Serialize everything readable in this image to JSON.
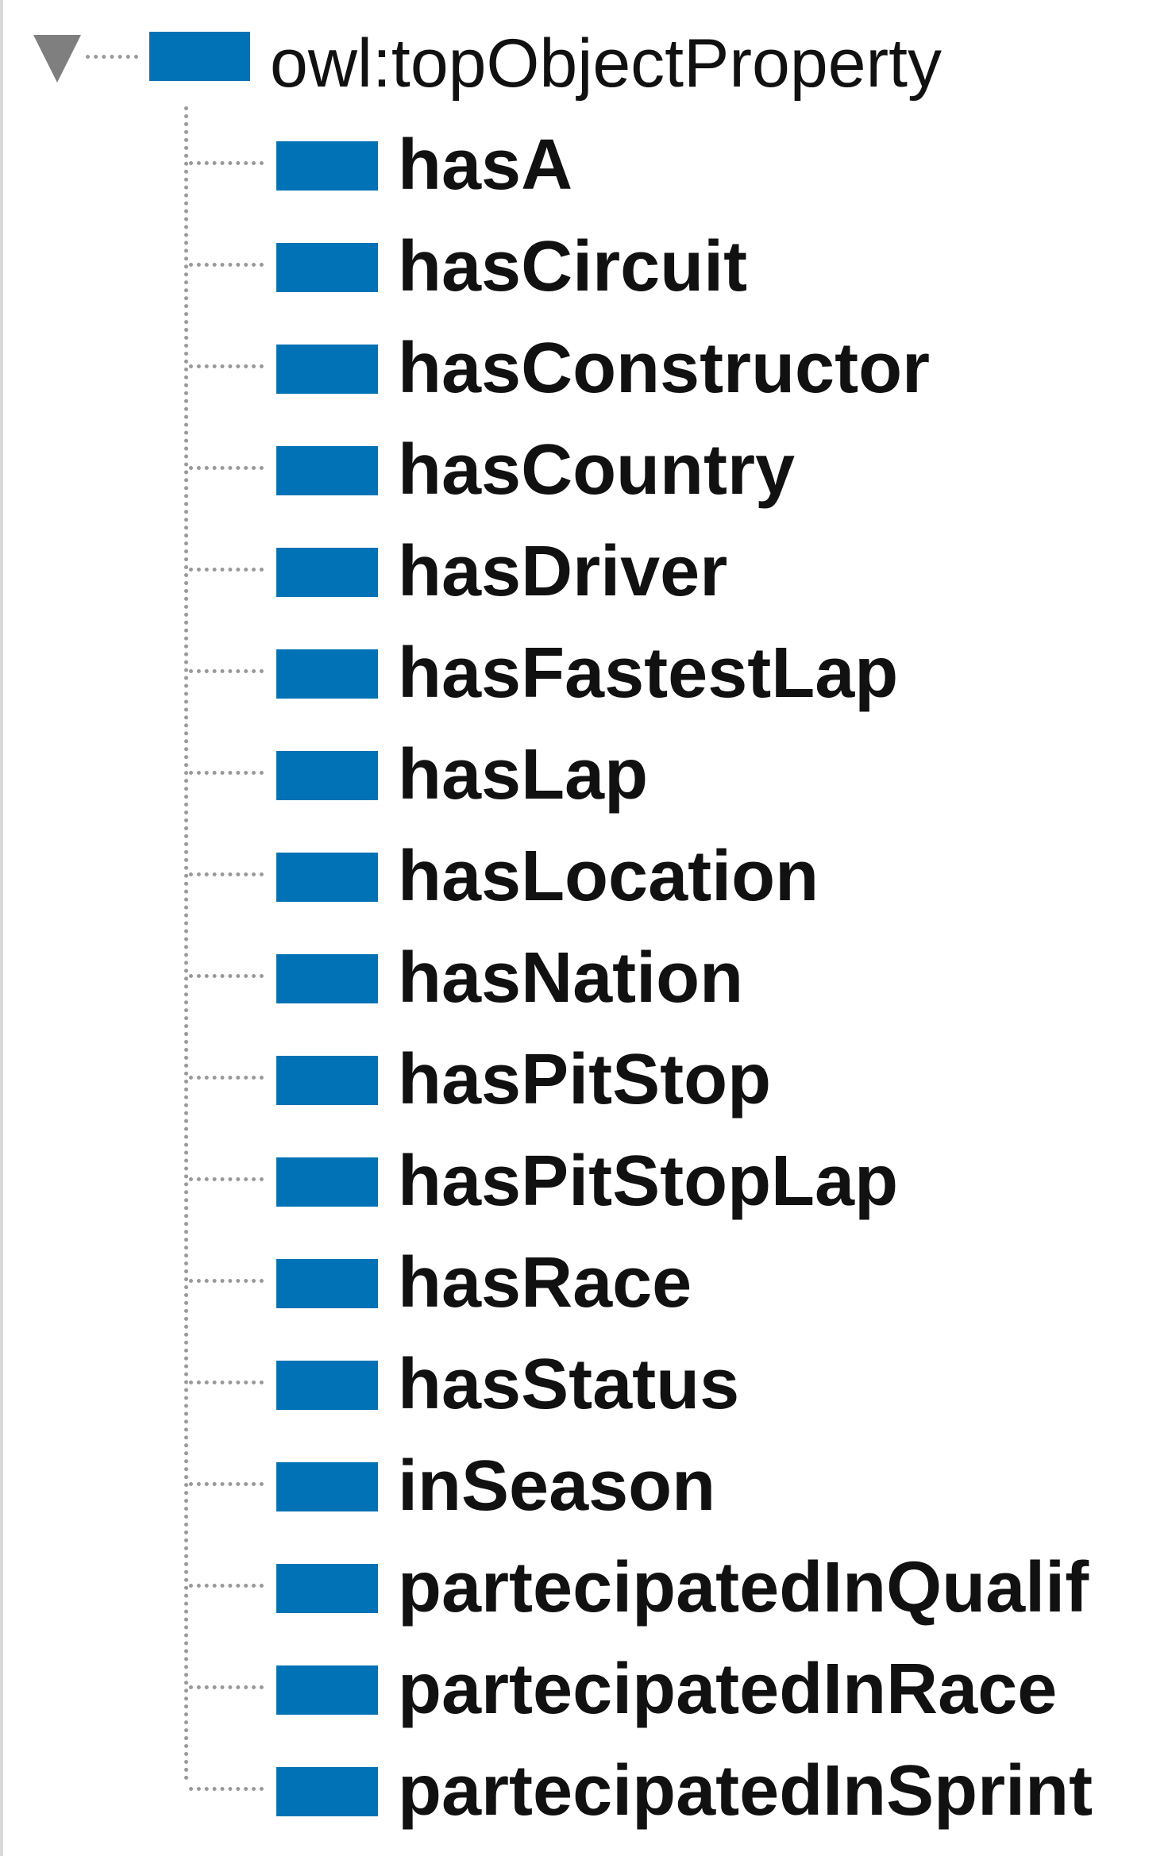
{
  "hierarchy": {
    "root": {
      "label": "owl:topObjectProperty",
      "expanded": true,
      "icon": "object-property-icon",
      "icon_color": "#0072b5"
    },
    "children": [
      {
        "label": "hasA"
      },
      {
        "label": "hasCircuit"
      },
      {
        "label": "hasConstructor"
      },
      {
        "label": "hasCountry"
      },
      {
        "label": "hasDriver"
      },
      {
        "label": "hasFastestLap"
      },
      {
        "label": "hasLap"
      },
      {
        "label": "hasLocation"
      },
      {
        "label": "hasNation"
      },
      {
        "label": "hasPitStop"
      },
      {
        "label": "hasPitStopLap"
      },
      {
        "label": "hasRace"
      },
      {
        "label": "hasStatus"
      },
      {
        "label": "inSeason"
      },
      {
        "label": "partecipatedInQualif"
      },
      {
        "label": "partecipatedInRace"
      },
      {
        "label": "partecipatedInSprint"
      }
    ]
  },
  "colors": {
    "property_icon": "#0072b5",
    "tree_lines": "#9a9a9a",
    "toggle": "#7f7f7f"
  }
}
